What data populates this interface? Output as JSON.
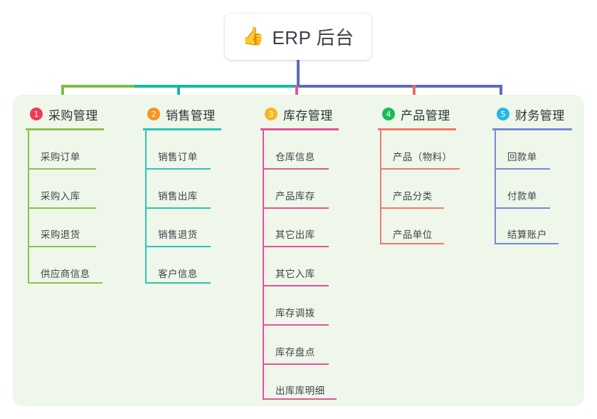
{
  "diagram": {
    "type": "tree-mindmap",
    "title_node": {
      "icon": "thumbs-up-icon",
      "emoji": "👍",
      "label": "ERP 后台"
    },
    "panel_color": "#eef7e9",
    "connector_colors": {
      "branch1": "#7ac143",
      "branch2": "#14b8a6",
      "branch3": "#e8519b",
      "branch4": "#f4695f",
      "branch5": "#5c6bc0",
      "root_stem": "#5c6bc0"
    },
    "branches": [
      {
        "index": "1",
        "badge_color": "#ef3b57",
        "line_color": "#8cc152",
        "title": "采购管理",
        "items": [
          "采购订单",
          "采购入库",
          "采购退货",
          "供应商信息"
        ]
      },
      {
        "index": "2",
        "badge_color": "#f7941e",
        "line_color": "#2bc4b4",
        "title": "销售管理",
        "items": [
          "销售订单",
          "销售出库",
          "销售退货",
          "客户信息"
        ]
      },
      {
        "index": "3",
        "badge_color": "#f5b721",
        "line_color": "#e8519b",
        "title": "库存管理",
        "items": [
          "仓库信息",
          "产品库存",
          "其它出库",
          "其它入库",
          "库存调拨",
          "库存盘点",
          "出库库明细"
        ]
      },
      {
        "index": "4",
        "badge_color": "#1aba5a",
        "line_color": "#f4776b",
        "title": "产品管理",
        "items": [
          "产品（物料）",
          "产品分类",
          "产品单位"
        ]
      },
      {
        "index": "5",
        "badge_color": "#29b6e8",
        "line_color": "#7689d8",
        "title": "财务管理",
        "items": [
          "回款单",
          "付款单",
          "结算账户"
        ]
      }
    ]
  }
}
